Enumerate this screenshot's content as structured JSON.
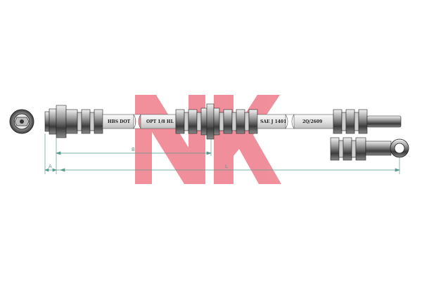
{
  "logo": {
    "text": "NK",
    "color": "#f08a96"
  },
  "hose": {
    "markings": [
      "HBS DOT",
      "OPT 1/8 HL",
      "SAE J 1401",
      "2Q/2609"
    ]
  },
  "dimensions": {
    "a_label": "A",
    "b_label": "B",
    "l_label": "L",
    "color": "#5a9a8e"
  },
  "colors": {
    "metal_dark": "#4a4a4a",
    "metal_light": "#d8d8d8",
    "hose_fill": "#e6e6e6"
  }
}
